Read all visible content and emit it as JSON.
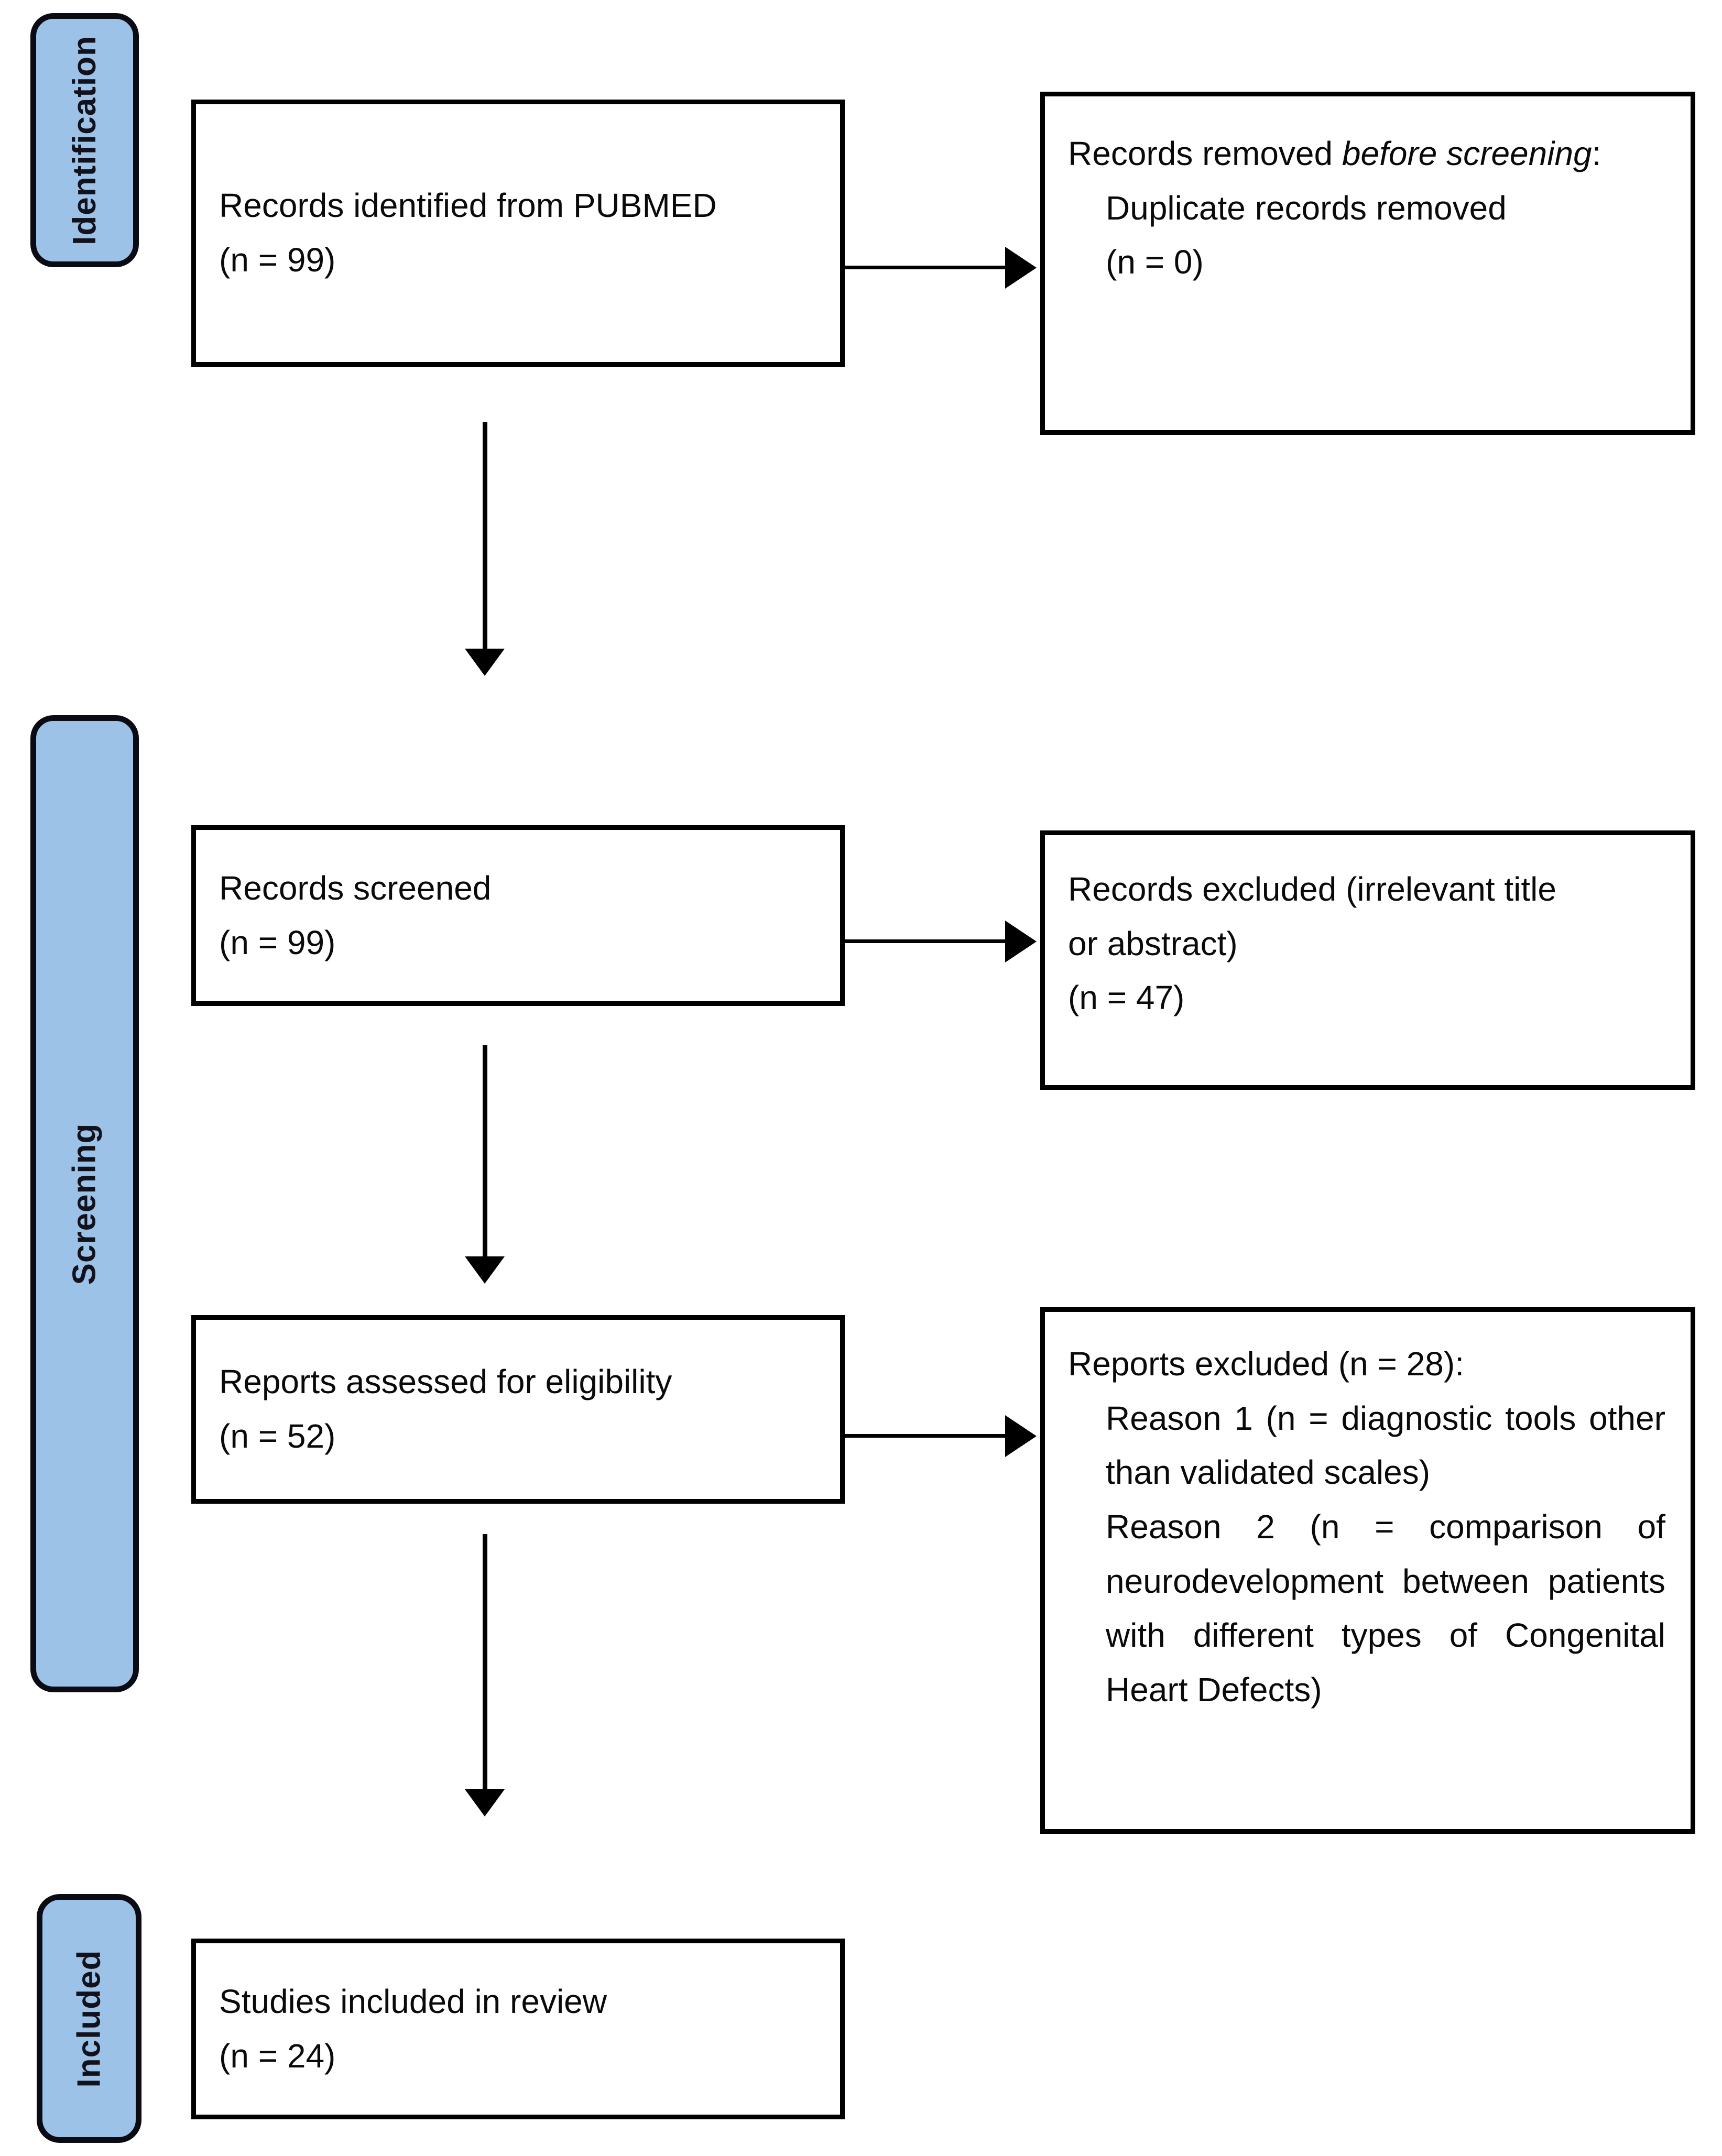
{
  "diagram": {
    "type": "prisma-flow-diagram",
    "accent_color": "#9CC2E8",
    "border_color": "#000000",
    "background_color": "#FFFFFF"
  },
  "stages": [
    {
      "id": "identification",
      "label": "Identification"
    },
    {
      "id": "screening",
      "label": "Screening"
    },
    {
      "id": "included",
      "label": "Included"
    }
  ],
  "boxes": {
    "records_identified": {
      "line1": "Records identified from PUBMED",
      "line2": "(n = 99)"
    },
    "records_removed": {
      "line1_a": "Records removed ",
      "line1_b": "before screening",
      "line1_c": ":",
      "line2": "Duplicate records removed",
      "line3": "(n = 0)"
    },
    "records_screened": {
      "line1": "Records screened",
      "line2": "(n = 99)"
    },
    "records_excluded": {
      "line1": "Records excluded (irrelevant title",
      "line2": "or abstract)",
      "line3": "(n = 47)"
    },
    "reports_assessed": {
      "line1": "Reports assessed for eligibility",
      "line2": "(n = 52)"
    },
    "reports_excluded": {
      "line1": "Reports excluded (n = 28):",
      "line2": "Reason 1 (n = diagnostic tools other than validated scales)",
      "line3": "Reason 2 (n = comparison of neurodevelopment between patients with different types of Congenital Heart Defects)"
    },
    "studies_included": {
      "line1": "Studies included in review",
      "line2": "(n = 24)"
    }
  },
  "counts": {
    "identified": 99,
    "duplicates_removed": 0,
    "screened": 99,
    "excluded_title_abstract": 47,
    "assessed_for_eligibility": 52,
    "reports_excluded": 28,
    "included_in_review": 24
  }
}
